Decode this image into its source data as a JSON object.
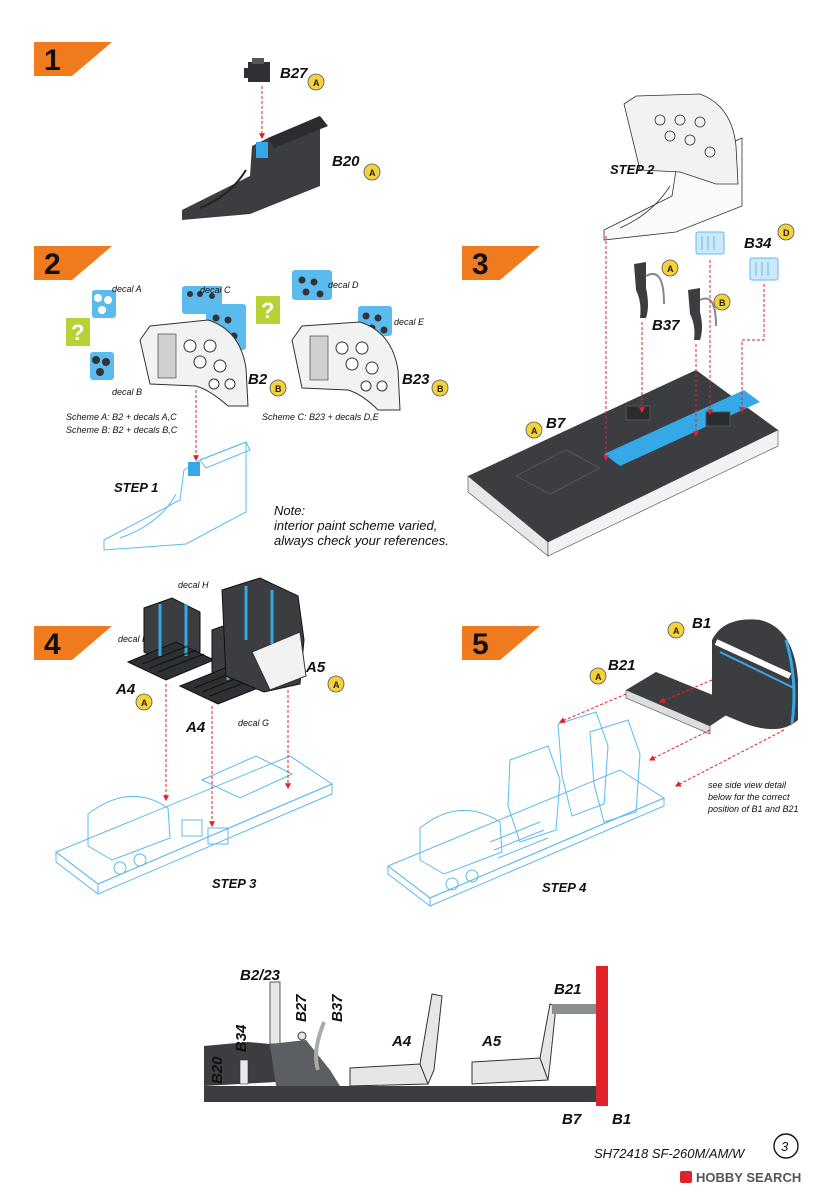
{
  "steps": [
    {
      "number": "1"
    },
    {
      "number": "2"
    },
    {
      "number": "3"
    },
    {
      "number": "4"
    },
    {
      "number": "5"
    }
  ],
  "step1": {
    "parts": [
      {
        "code": "B27",
        "sprue": "A"
      },
      {
        "code": "B20",
        "sprue": "A"
      }
    ]
  },
  "step2": {
    "decals": [
      "decal A",
      "decal B",
      "decal C",
      "decal D",
      "decal E"
    ],
    "parts": [
      {
        "code": "B2",
        "sprue": "B"
      },
      {
        "code": "B23",
        "sprue": "B"
      }
    ],
    "scheme_a": "Scheme A: B2 + decals A,C",
    "scheme_b": "Scheme B: B2 + decals B,C",
    "scheme_c": "Scheme C: B23 + decals D,E",
    "ref_label": "STEP 1",
    "question": "?",
    "note_title": "Note:",
    "note_line1": "interior paint scheme varied,",
    "note_line2": "always check your references."
  },
  "step3": {
    "ref_label": "STEP 2",
    "parts": [
      {
        "code": "B34",
        "sprue": "D"
      },
      {
        "code": "B37",
        "sprue_a": "A",
        "sprue_b": "B"
      },
      {
        "code": "B7",
        "sprue": "A"
      }
    ]
  },
  "step4": {
    "decals": [
      "decal H",
      "decal F",
      "decal G"
    ],
    "parts": [
      {
        "code": "A4",
        "sprue": "A"
      },
      {
        "code": "A4",
        "sprue": ""
      },
      {
        "code": "A5",
        "sprue": "A"
      }
    ],
    "ref_label": "STEP 3"
  },
  "step5": {
    "parts": [
      {
        "code": "B1",
        "sprue": "A"
      },
      {
        "code": "B21",
        "sprue": "A"
      }
    ],
    "ref_label": "STEP 4",
    "note_line1": "see side view detail",
    "note_line2": "below for the correct",
    "note_line3": "position of B1 and B21"
  },
  "sideview": {
    "labels": [
      "B2/23",
      "B27",
      "B37",
      "B34",
      "B20",
      "A4",
      "A5",
      "B21",
      "B7",
      "B1"
    ]
  },
  "footer": {
    "product": "SH72418 SF-260M/AM/W",
    "page": "3",
    "watermark": "HOBBY SEARCH"
  },
  "colors": {
    "step_orange": "#f07a1e",
    "part_blue": "#35a9e8",
    "dark_grey": "#3b3d40",
    "arrow_red": "#e0232a",
    "question_green": "#b7d235",
    "badge_yellow": "#f3d23c",
    "outline_blue": "#5bbbef"
  }
}
